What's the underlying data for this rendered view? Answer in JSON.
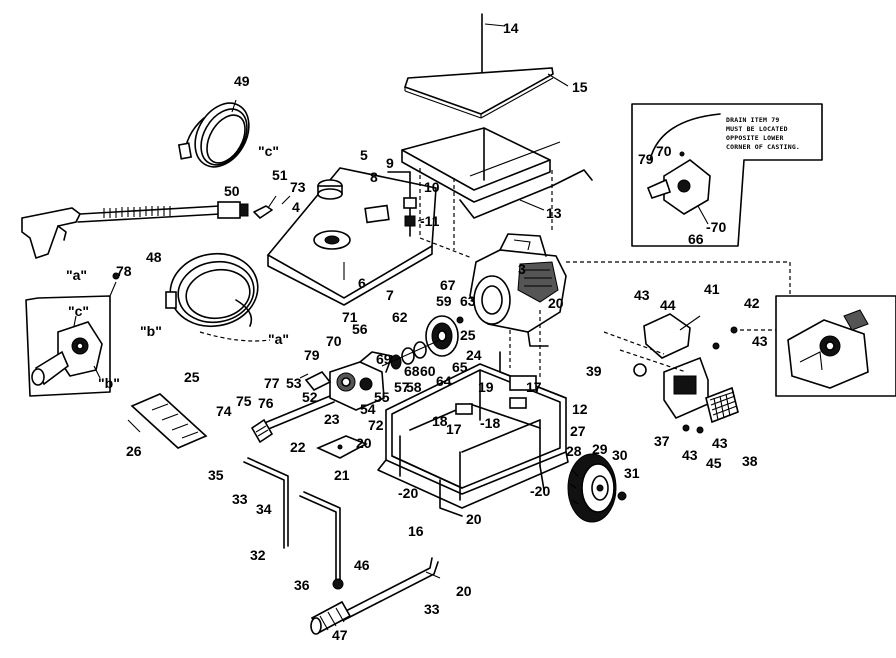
{
  "note": {
    "lines": [
      "DRAIN ITEM 79",
      "MUST BE LOCATED",
      "OPPOSITE LOWER",
      "CORNER OF CASTING."
    ]
  },
  "labels": [
    {
      "id": "14",
      "text": "14"
    },
    {
      "id": "15",
      "text": "15"
    },
    {
      "id": "49",
      "text": "49"
    },
    {
      "id": "c1",
      "text": "\"c\""
    },
    {
      "id": "5",
      "text": "5"
    },
    {
      "id": "9",
      "text": "9"
    },
    {
      "id": "8",
      "text": "8"
    },
    {
      "id": "10",
      "text": "10"
    },
    {
      "id": "50",
      "text": "50"
    },
    {
      "id": "51",
      "text": "51"
    },
    {
      "id": "73",
      "text": "73"
    },
    {
      "id": "4",
      "text": "4"
    },
    {
      "id": "11",
      "text": "-11"
    },
    {
      "id": "13",
      "text": "13"
    },
    {
      "id": "a1",
      "text": "\"a\""
    },
    {
      "id": "78",
      "text": "78"
    },
    {
      "id": "48",
      "text": "48"
    },
    {
      "id": "6",
      "text": "6"
    },
    {
      "id": "7",
      "text": "7"
    },
    {
      "id": "67",
      "text": "67"
    },
    {
      "id": "63",
      "text": "63"
    },
    {
      "id": "59",
      "text": "59"
    },
    {
      "id": "3",
      "text": "3"
    },
    {
      "id": "20a",
      "text": "20"
    },
    {
      "id": "c2",
      "text": "\"c\""
    },
    {
      "id": "b1",
      "text": "\"b\""
    },
    {
      "id": "a2",
      "text": "\"a\""
    },
    {
      "id": "71",
      "text": "71"
    },
    {
      "id": "56",
      "text": "56"
    },
    {
      "id": "62",
      "text": "62"
    },
    {
      "id": "25a",
      "text": "25"
    },
    {
      "id": "70a",
      "text": "70"
    },
    {
      "id": "69",
      "text": "69"
    },
    {
      "id": "24",
      "text": "24"
    },
    {
      "id": "79a",
      "text": "79"
    },
    {
      "id": "68",
      "text": "68"
    },
    {
      "id": "60",
      "text": "60"
    },
    {
      "id": "65",
      "text": "65"
    },
    {
      "id": "64",
      "text": "64"
    },
    {
      "id": "b2",
      "text": "\"b\""
    },
    {
      "id": "25b",
      "text": "25"
    },
    {
      "id": "77",
      "text": "77"
    },
    {
      "id": "53",
      "text": "53"
    },
    {
      "id": "57",
      "text": "57"
    },
    {
      "id": "58",
      "text": "58"
    },
    {
      "id": "52",
      "text": "52"
    },
    {
      "id": "55",
      "text": "55"
    },
    {
      "id": "54",
      "text": "54"
    },
    {
      "id": "19",
      "text": "19"
    },
    {
      "id": "17a",
      "text": "17"
    },
    {
      "id": "75",
      "text": "75"
    },
    {
      "id": "76",
      "text": "76"
    },
    {
      "id": "74",
      "text": "74"
    },
    {
      "id": "23",
      "text": "23"
    },
    {
      "id": "72",
      "text": "72"
    },
    {
      "id": "18a",
      "text": "18"
    },
    {
      "id": "17b",
      "text": "17"
    },
    {
      "id": "18b",
      "text": "-18"
    },
    {
      "id": "12",
      "text": "12"
    },
    {
      "id": "26",
      "text": "26"
    },
    {
      "id": "22",
      "text": "22"
    },
    {
      "id": "20b",
      "text": "20"
    },
    {
      "id": "27",
      "text": "27"
    },
    {
      "id": "21",
      "text": "21"
    },
    {
      "id": "29",
      "text": "29"
    },
    {
      "id": "30",
      "text": "30"
    },
    {
      "id": "28",
      "text": "28"
    },
    {
      "id": "31",
      "text": "31"
    },
    {
      "id": "35",
      "text": "35"
    },
    {
      "id": "20c",
      "text": "-20"
    },
    {
      "id": "20d",
      "text": "-20"
    },
    {
      "id": "33a",
      "text": "33"
    },
    {
      "id": "34",
      "text": "34"
    },
    {
      "id": "16",
      "text": "16"
    },
    {
      "id": "20e",
      "text": "20"
    },
    {
      "id": "32",
      "text": "32"
    },
    {
      "id": "46",
      "text": "46"
    },
    {
      "id": "36",
      "text": "36"
    },
    {
      "id": "20f",
      "text": "20"
    },
    {
      "id": "33b",
      "text": "33"
    },
    {
      "id": "47",
      "text": "47"
    },
    {
      "id": "79b",
      "text": "79"
    },
    {
      "id": "70b",
      "text": "70"
    },
    {
      "id": "70c",
      "text": "-70"
    },
    {
      "id": "66",
      "text": "66"
    },
    {
      "id": "43a",
      "text": "43"
    },
    {
      "id": "44",
      "text": "44"
    },
    {
      "id": "41",
      "text": "41"
    },
    {
      "id": "42",
      "text": "42"
    },
    {
      "id": "43b",
      "text": "43"
    },
    {
      "id": "39",
      "text": "39"
    },
    {
      "id": "37",
      "text": "37"
    },
    {
      "id": "43c",
      "text": "43"
    },
    {
      "id": "45",
      "text": "45"
    },
    {
      "id": "43d",
      "text": "43"
    },
    {
      "id": "38",
      "text": "38"
    }
  ]
}
